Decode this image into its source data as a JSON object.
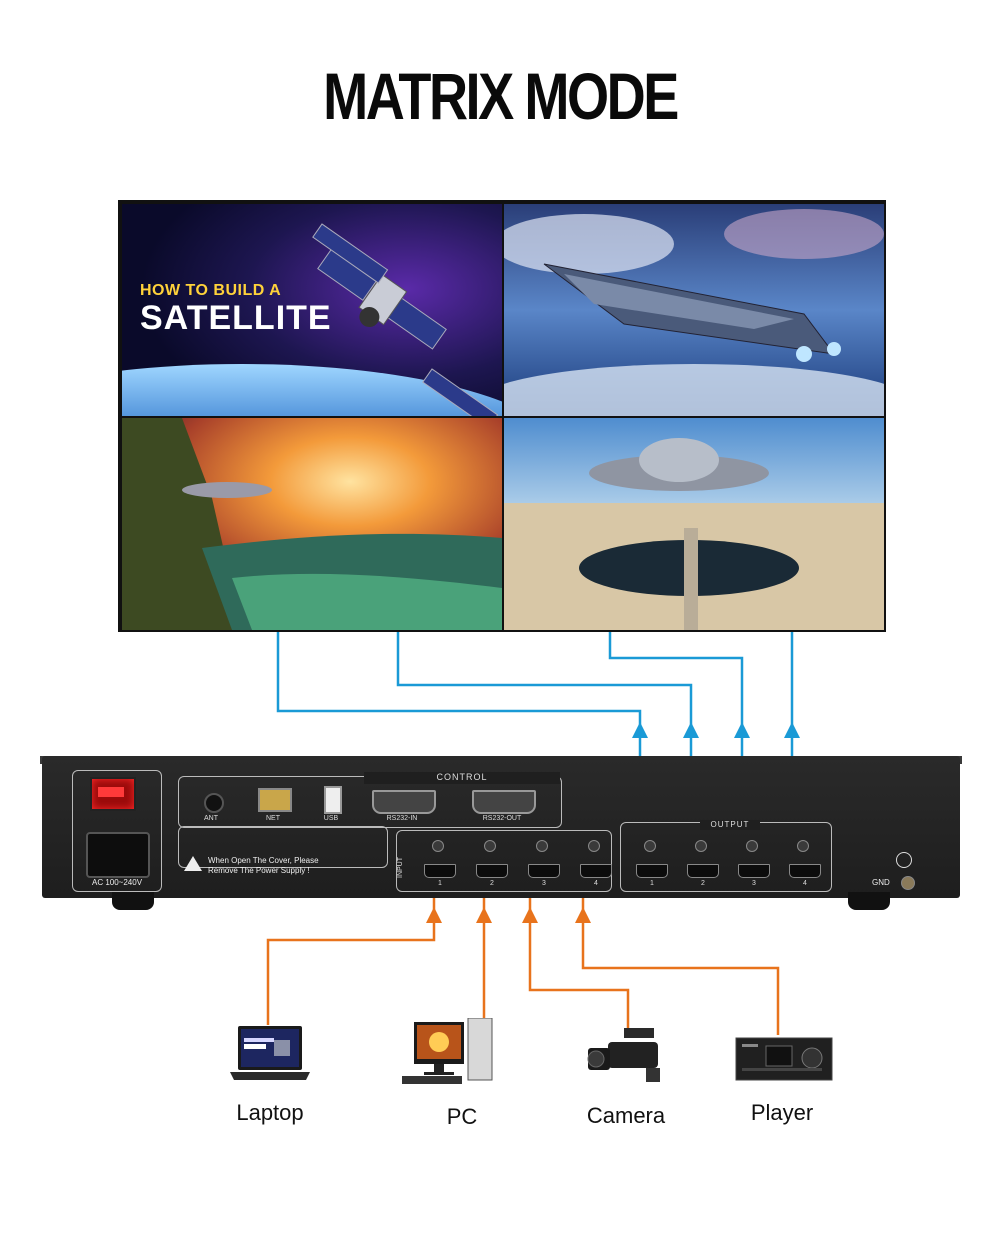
{
  "header": {
    "title": "MATRIX MODE"
  },
  "video_wall": {
    "tile1": {
      "small_text": "HOW TO BUILD A",
      "big_text": "SATELLITE"
    }
  },
  "device": {
    "control_label": "CONTROL",
    "ant_label": "ANT",
    "net_label": "NET",
    "usb_label": "USB",
    "rs232_in_label": "RS232-IN",
    "rs232_out_label": "RS232-OUT",
    "warning_line1": "When Open The Cover, Please",
    "warning_line2": "Remove The Power Supply !",
    "power_label": "AC 100~240V",
    "input_label": "INPUT",
    "output_label": "OUTPUT",
    "gnd_label": "GND",
    "input_ports": [
      "1",
      "2",
      "3",
      "4"
    ],
    "output_ports": [
      "1",
      "2",
      "3",
      "4"
    ]
  },
  "sources": [
    {
      "label": "Laptop"
    },
    {
      "label": "PC"
    },
    {
      "label": "Camera"
    },
    {
      "label": "Player"
    }
  ],
  "colors": {
    "output_lines": "#1a9ad6",
    "input_lines": "#e8731c"
  }
}
